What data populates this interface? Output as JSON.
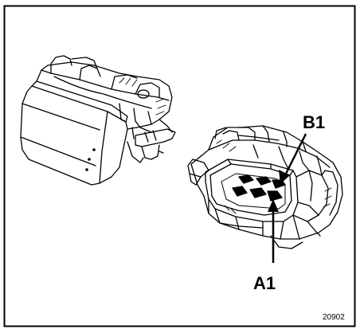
{
  "callouts": {
    "b1": "B1",
    "a1": "A1"
  },
  "figure_ref": "20902"
}
